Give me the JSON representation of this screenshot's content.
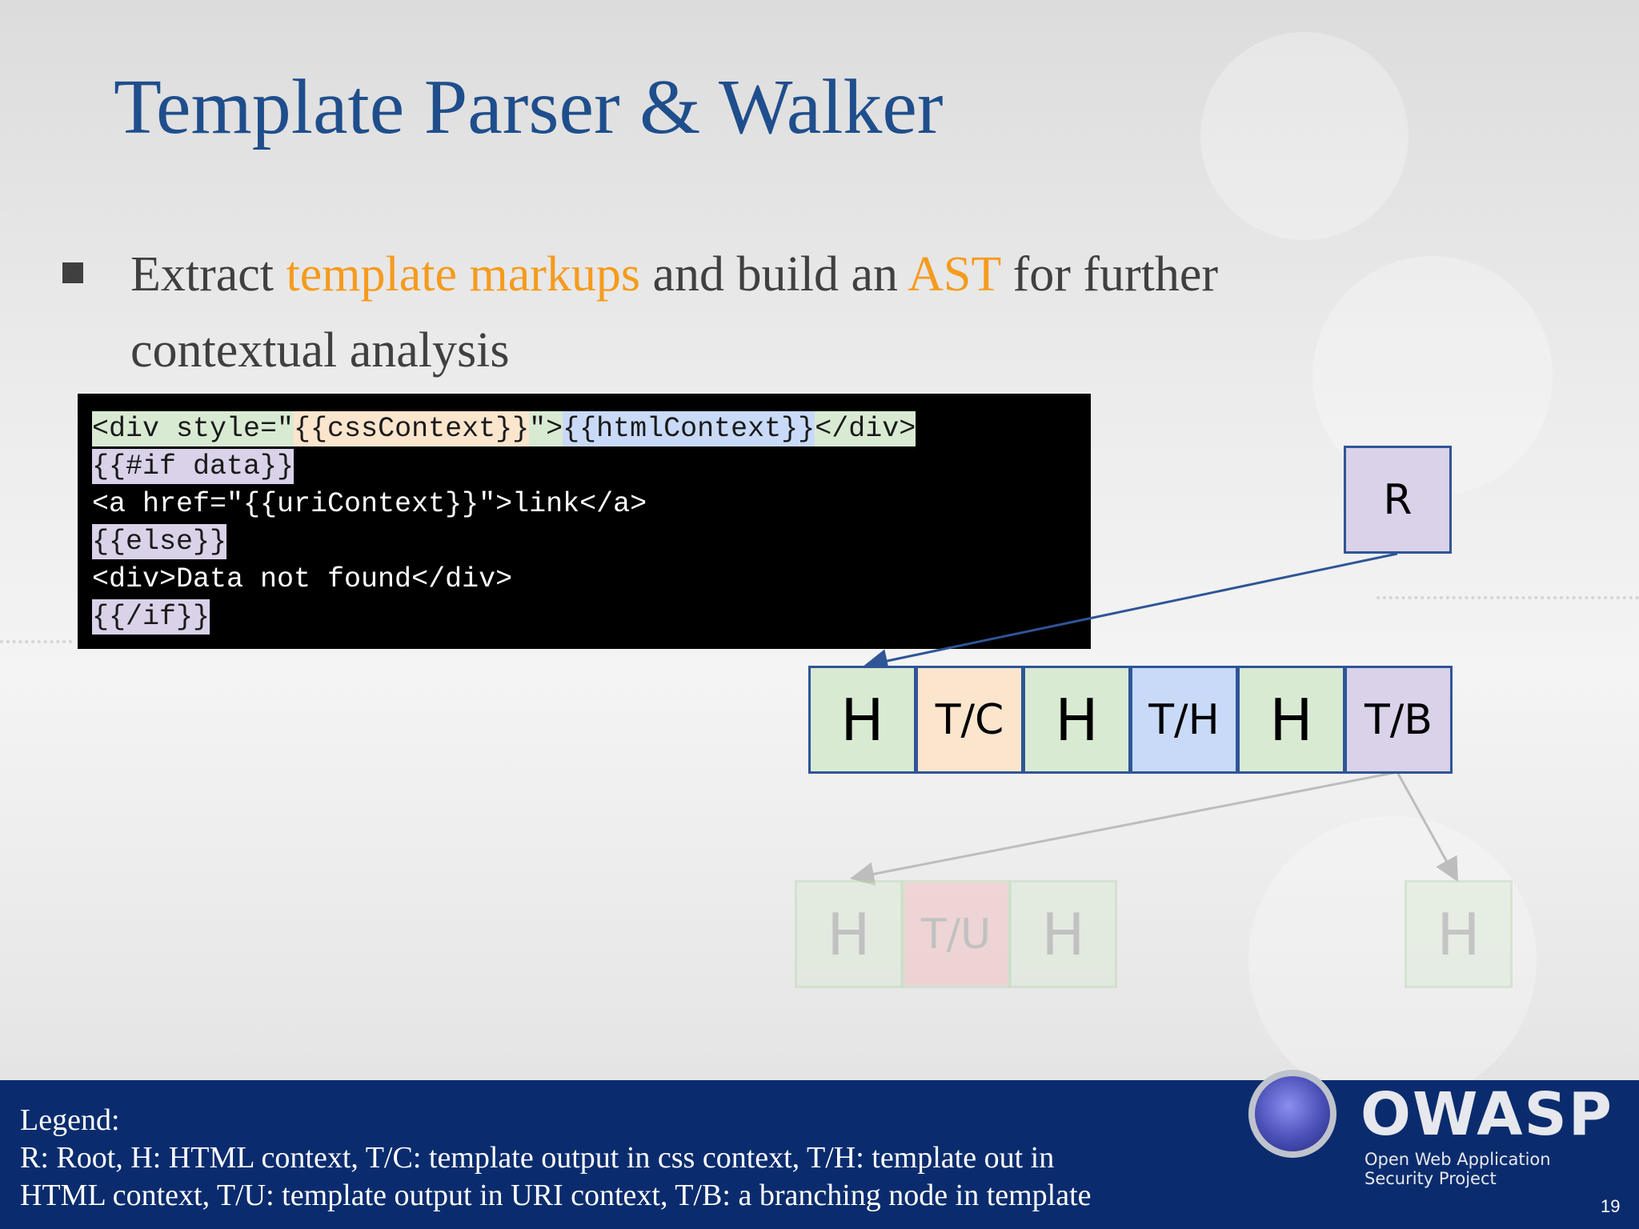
{
  "slide": {
    "title": "Template Parser & Walker",
    "bullet": {
      "t1": "Extract ",
      "h1": "template markups",
      "t2": " and build an ",
      "h2": "AST",
      "t3": " for further",
      "t4": "contextual analysis"
    },
    "code": {
      "line1": [
        "<div style=\"",
        "{{cssContext}}",
        "\">",
        "{{htmlContext}}",
        "</div>"
      ],
      "line2": "{{#if data}}",
      "line3": "<a href=\"{{uriContext}}\">link</a>",
      "line4": "{{else}}",
      "line5": "<div>Data not found</div>",
      "line6": "{{/if}}"
    },
    "tree": {
      "root": "R",
      "level1": [
        "H",
        "T/C",
        "H",
        "T/H",
        "H",
        "T/B"
      ],
      "level2_left": [
        "H",
        "T/U",
        "H"
      ],
      "level2_right": "H"
    },
    "legend": {
      "heading": "Legend:",
      "line1": "R: Root, H: HTML context, T/C: template output in css context, T/H: template out in",
      "line2": "HTML context, T/U: template output in URI context, T/B: a branching node in template"
    },
    "logo": {
      "word": "OWASP",
      "sub1": "Open Web Application",
      "sub2": "Security Project"
    },
    "page_number": "19"
  }
}
